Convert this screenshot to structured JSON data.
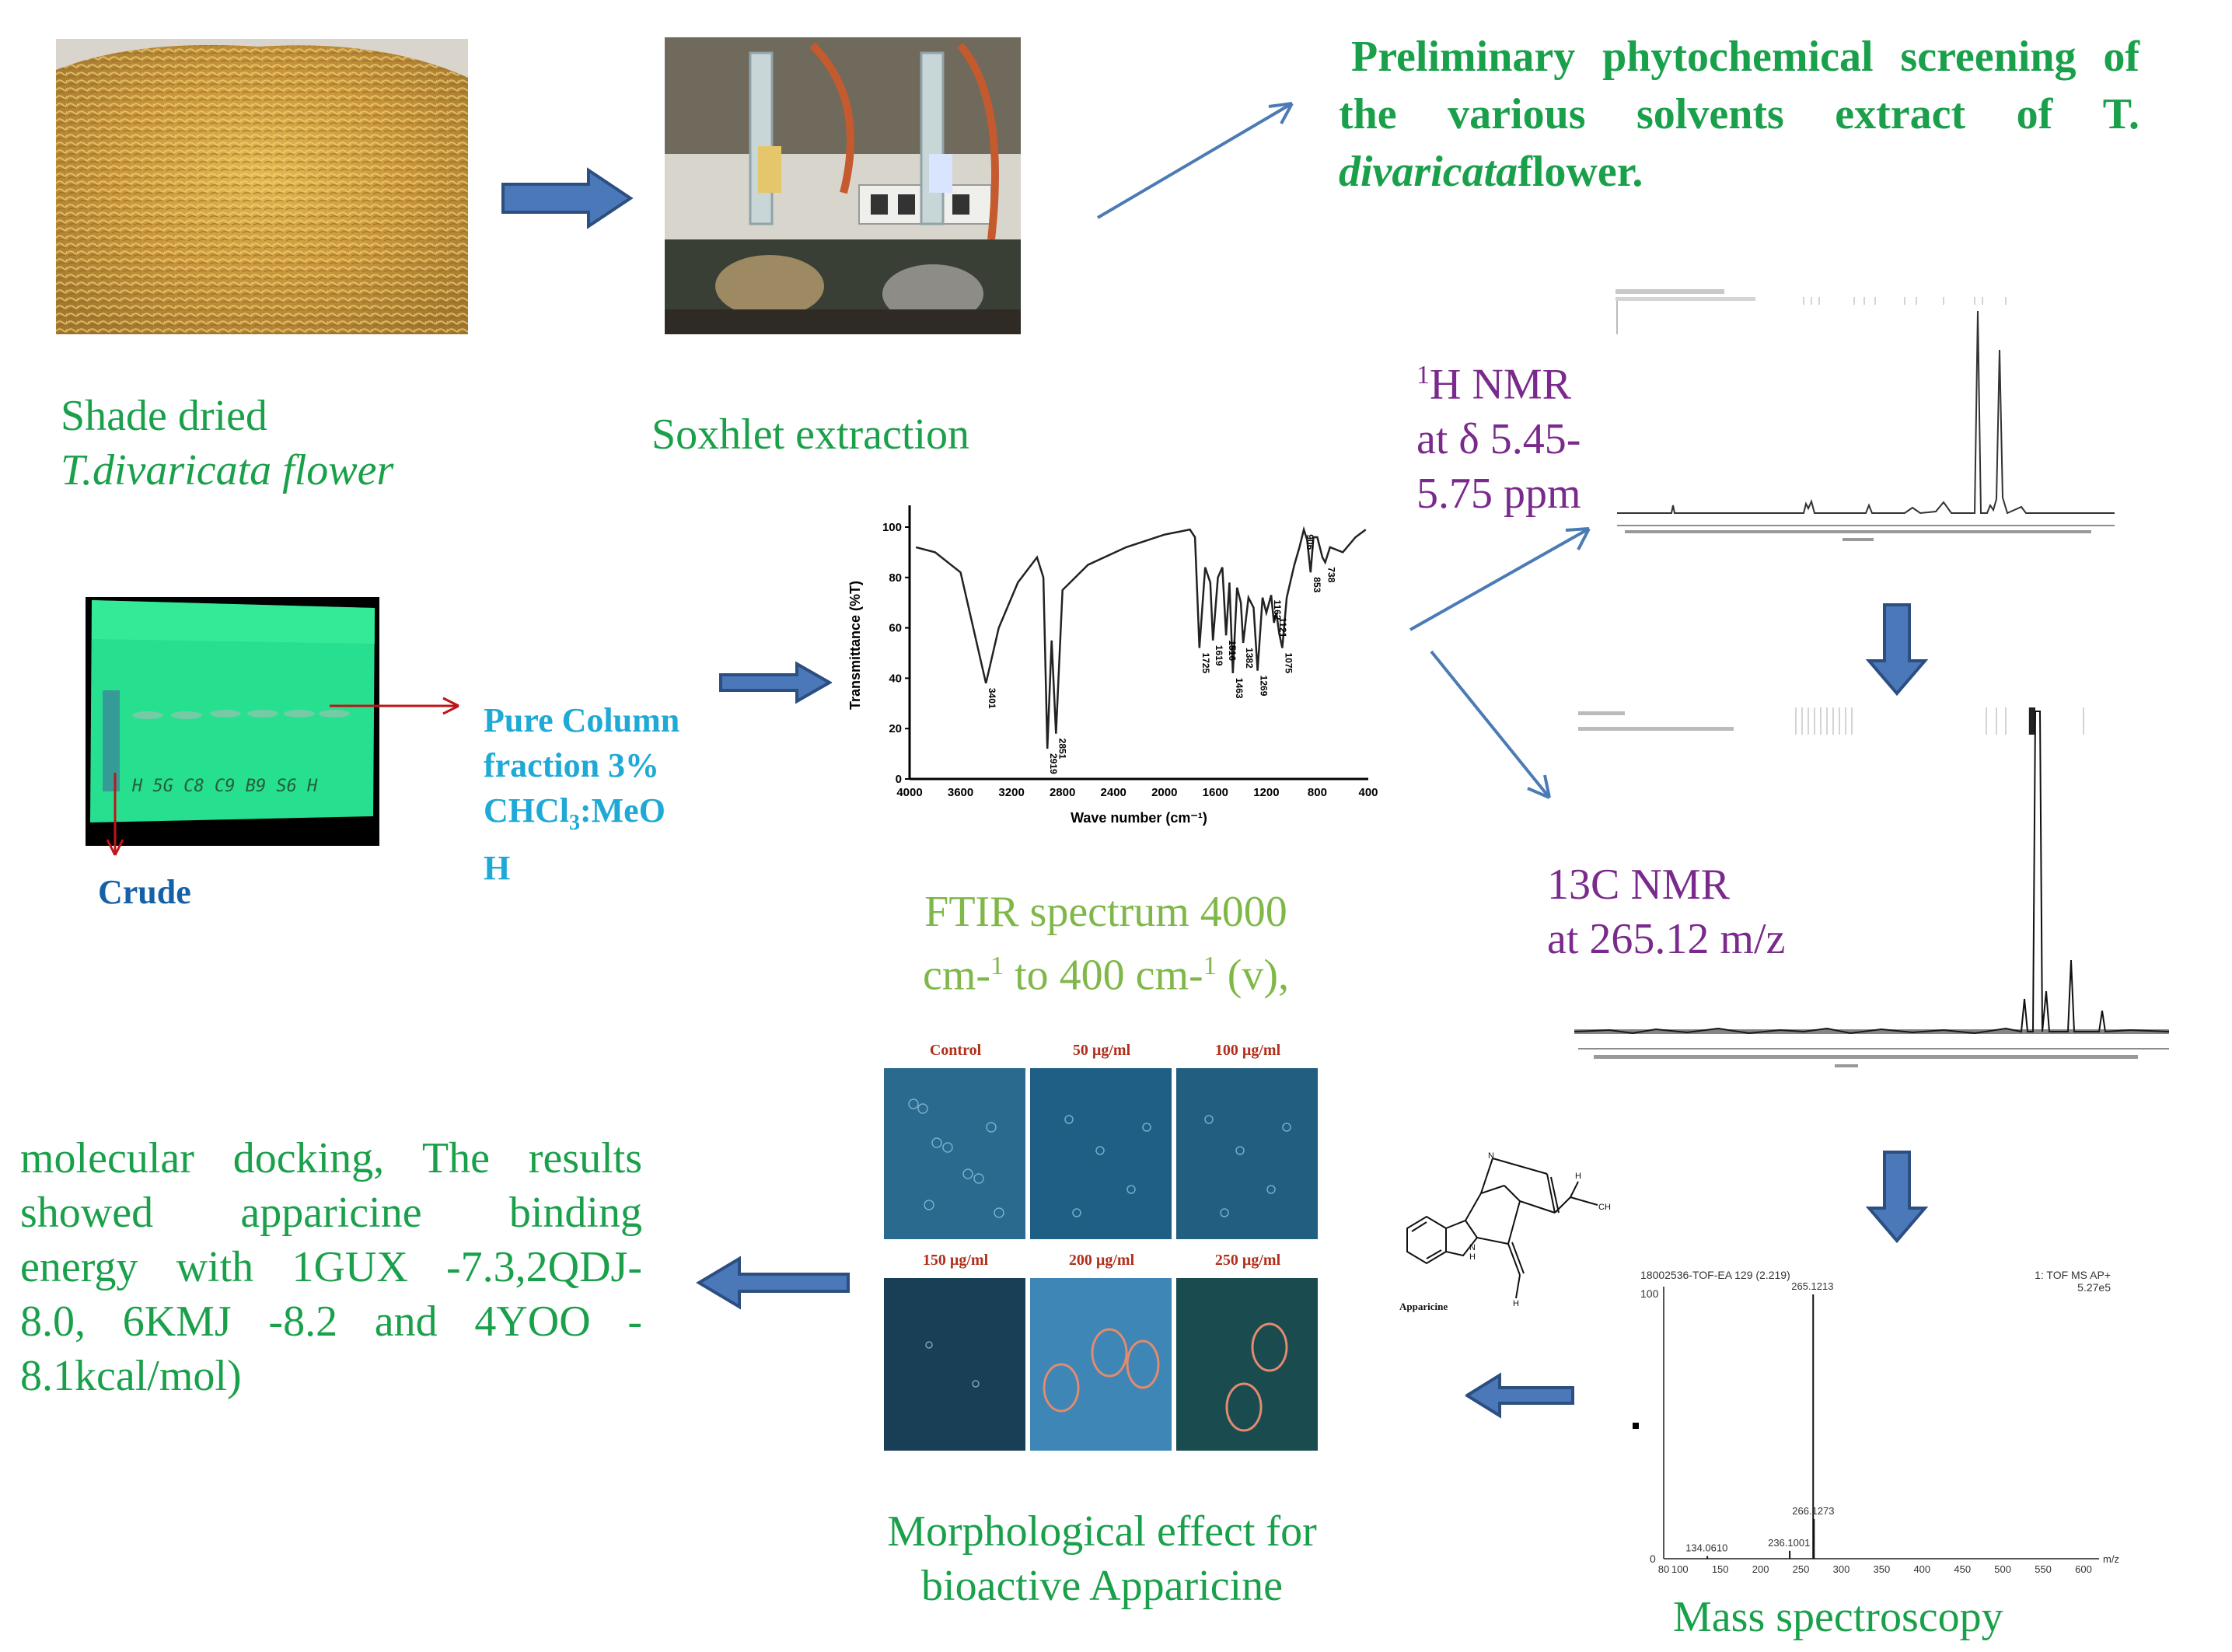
{
  "title": {
    "line1": "Preliminary phytochemical screening of",
    "line2": "the various solvents extract of T.",
    "line3_italic": "divaricata",
    "line3_rest": "flower."
  },
  "steps": {
    "shade_dried": {
      "line1": "Shade dried",
      "line2": "T.divaricata flower"
    },
    "soxhlet": "Soxhlet extraction",
    "tlc": {
      "label_line1": "Pure Column",
      "label_line2": "fraction 3%",
      "label_line3_pre": "CHCl",
      "label_line3_sub": "3",
      "label_line3_post": ":MeO",
      "label_line4": "H",
      "crude": "Crude",
      "lane_marks": "H  5G  C8 C9 B9 S6 H"
    },
    "ftir": {
      "caption_line1": "FTIR spectrum 4000",
      "caption_l2a": "cm-",
      "caption_l2b": "1",
      "caption_l2c": " to 400 cm-",
      "caption_l2d": "1",
      "caption_l2e": " (v),",
      "xlabel": "Wave number (cm⁻¹)",
      "ylabel": "Transmittance (%T)",
      "xticks": [
        "4000",
        "3600",
        "3200",
        "2800",
        "2400",
        "2000",
        "1600",
        "1200",
        "800",
        "400"
      ],
      "yticks": [
        "0",
        "20",
        "40",
        "60",
        "80",
        "100"
      ],
      "peaks": [
        "3401",
        "2919",
        "2851",
        "1725",
        "1619",
        "1516",
        "1463",
        "1382",
        "1269",
        "1162",
        "1121",
        "1075",
        "906",
        "853",
        "738"
      ]
    },
    "h_nmr": {
      "sup": "1",
      "line1": "H NMR",
      "line2": "at δ 5.45-",
      "line3": "5.75 ppm"
    },
    "c_nmr": {
      "line1": "13C NMR",
      "line2": "at 265.12 m/z"
    },
    "mass": {
      "caption": "Mass spectroscopy",
      "header_left": "18002536-TOF-EA 129 (2.219)",
      "header_right1": "1: TOF MS AP+",
      "header_right2": "5.27e5",
      "peak_main": "265.1213",
      "peak_2": "266.1273",
      "peak_3": "236.1001",
      "peak_4": "134.0610",
      "y100": "100",
      "y0": "0",
      "xaxis": "m/z",
      "xticks": [
        "80",
        "100",
        "150",
        "200",
        "250",
        "300",
        "350",
        "400",
        "450",
        "500",
        "550",
        "600"
      ]
    },
    "structure_label": "Apparicine",
    "morphology": {
      "caption_line1": "Morphological effect for",
      "caption_line2": "bioactive Apparicine",
      "panels": [
        "Control",
        "50 µg/ml",
        "100 µg/ml",
        "150 µg/ml",
        "200 µg/ml",
        "250 µg/ml"
      ]
    },
    "docking": {
      "line1": "molecular docking, The results",
      "line2": "showed apparicine binding",
      "line3": "energy with 1GUX -7.3,2QDJ-",
      "line4": "8.0, 6KMJ -8.2 and 4YOO -",
      "line5": "8.1kcal/mol)"
    }
  },
  "colors": {
    "arrow_fill": "#4a78b8",
    "arrow_stroke": "#2c4f80",
    "line_arrow": "#4b7bb5",
    "red_arrow": "#c0141a",
    "caption_green": "#1aa04a",
    "caption_purple": "#7a2a8c"
  }
}
